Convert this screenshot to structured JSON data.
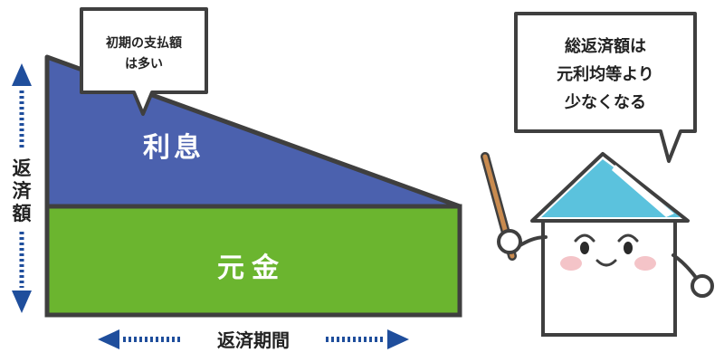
{
  "labels": {
    "interest": "利息",
    "principal": "元金",
    "y_axis": [
      "返",
      "済",
      "額"
    ],
    "x_axis": "返済期間"
  },
  "bubbles": {
    "left": {
      "line1": "初期の支払額",
      "line2": "は多い"
    },
    "right": {
      "line1": "総返済額は",
      "line2": "元利均等より",
      "line3": "少なくなる"
    }
  },
  "colors": {
    "interest_fill": "#4b61ae",
    "principal_fill": "#6bb52f",
    "outline": "#3f3f3f",
    "arrow": "#1f4e9c",
    "roof": "#5bc2dd",
    "cheek": "#f4c4c8",
    "stick": "#c98b4f"
  },
  "icons": {
    "character": "house-mascot-icon",
    "pointer": "pointer-stick-icon"
  }
}
